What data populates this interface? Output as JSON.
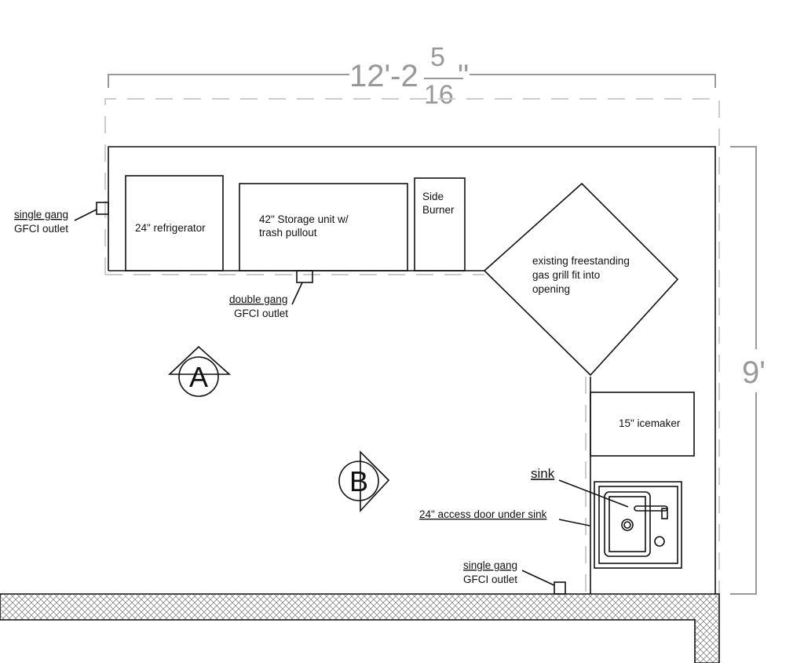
{
  "dimensions": {
    "width_whole": "12'-2",
    "width_num": "5",
    "width_den": "16",
    "width_inch": "\"",
    "depth": "9'"
  },
  "appliances": {
    "refrigerator": "24\" refrigerator",
    "storage_line1": "42\" Storage unit w/",
    "storage_line2": "trash pullout",
    "side_burner_line1": "Side",
    "side_burner_line2": "Burner",
    "grill_line1": "existing freestanding",
    "grill_line2": "gas grill fit into",
    "grill_line3": "opening",
    "icemaker": "15\" icemaker"
  },
  "callouts": {
    "outlet_left_line1": "single gang",
    "outlet_left_line2": "GFCI outlet",
    "outlet_double_line1": "double gang",
    "outlet_double_line2": "GFCI outlet",
    "sink": "sink",
    "access_door": "24\" access door under sink",
    "outlet_bottom_line1": "single gang",
    "outlet_bottom_line2": "GFCI outlet"
  },
  "markers": {
    "a": "A",
    "b": "B"
  }
}
